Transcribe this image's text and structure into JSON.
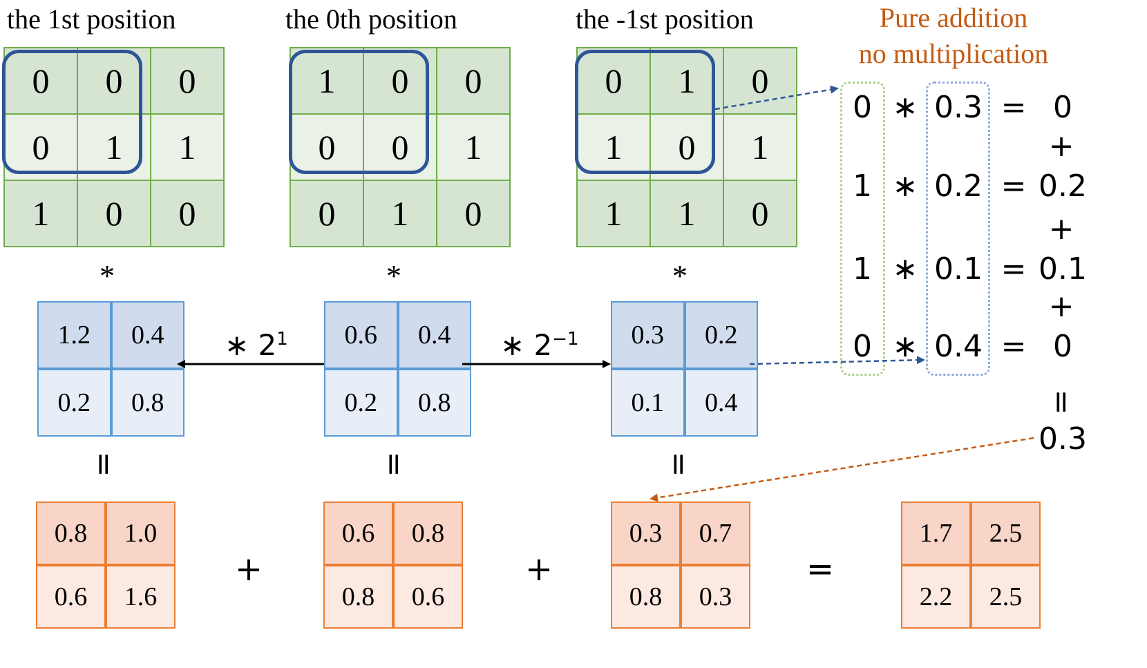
{
  "top": {
    "titles": [
      "the 1st position",
      "the 0th position",
      "the -1st position"
    ],
    "grids": [
      [
        [
          "0",
          "0",
          "0"
        ],
        [
          "0",
          "1",
          "1"
        ],
        [
          "1",
          "0",
          "0"
        ]
      ],
      [
        [
          "1",
          "0",
          "0"
        ],
        [
          "0",
          "0",
          "1"
        ],
        [
          "0",
          "1",
          "0"
        ]
      ],
      [
        [
          "0",
          "1",
          "0"
        ],
        [
          "1",
          "0",
          "1"
        ],
        [
          "1",
          "1",
          "0"
        ]
      ]
    ]
  },
  "star": "*",
  "weights": [
    [
      [
        "1.2",
        "0.4"
      ],
      [
        "0.2",
        "0.8"
      ]
    ],
    [
      [
        "0.6",
        "0.4"
      ],
      [
        "0.2",
        "0.8"
      ]
    ],
    [
      [
        "0.3",
        "0.2"
      ],
      [
        "0.1",
        "0.4"
      ]
    ]
  ],
  "scale": {
    "left_base": "∗ 2",
    "left_exp": "1",
    "right_base": "∗ 2",
    "right_exp": "−1"
  },
  "equals_vertical": "=",
  "results": [
    [
      [
        "0.8",
        "1.0"
      ],
      [
        "0.6",
        "1.6"
      ]
    ],
    [
      [
        "0.6",
        "0.8"
      ],
      [
        "0.8",
        "0.6"
      ]
    ],
    [
      [
        "0.3",
        "0.7"
      ],
      [
        "0.8",
        "0.3"
      ]
    ],
    [
      [
        "1.7",
        "2.5"
      ],
      [
        "2.2",
        "2.5"
      ]
    ]
  ],
  "ops": {
    "plus": "+",
    "equals": "="
  },
  "note": {
    "line1": "Pure addition",
    "line2": "no multiplication"
  },
  "computation": {
    "rows": [
      {
        "a": "0",
        "op": "∗",
        "b": "0.3",
        "eq": "=",
        "r": "0"
      },
      {
        "a": "1",
        "op": "∗",
        "b": "0.2",
        "eq": "=",
        "r": "0.2"
      },
      {
        "a": "1",
        "op": "∗",
        "b": "0.1",
        "eq": "=",
        "r": "0.1"
      },
      {
        "a": "0",
        "op": "∗",
        "b": "0.4",
        "eq": "=",
        "r": "0"
      }
    ],
    "plus": "+",
    "total_eq": "=",
    "total": "0.3"
  },
  "colors": {
    "green": "#70ad47",
    "blue": "#5b9bd5",
    "orange": "#ed7d31",
    "window": "#2f5597",
    "note": "#c55a11"
  }
}
